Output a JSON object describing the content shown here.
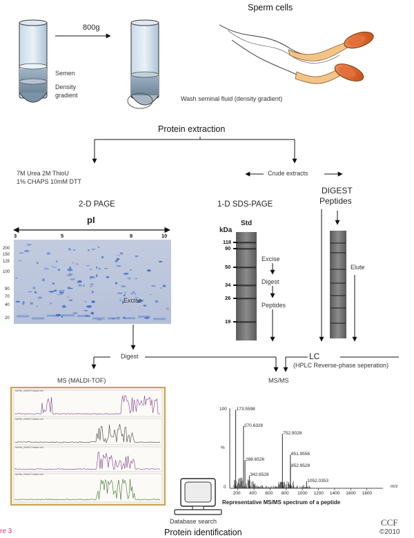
{
  "top": {
    "centrifuge_speed": "800g",
    "semen_label": "Semen",
    "density_label_1": "Density",
    "density_label_2": "gradient",
    "sperm_title": "Sperm cells",
    "wash_label": "Wash seminal fluid (density gradient)"
  },
  "extraction": {
    "title": "Protein extraction",
    "buffer_line1": "7M Urea 2M ThioU",
    "buffer_line2": "1% CHAPS 10mM DTT",
    "crude": "Crude extracts"
  },
  "twod": {
    "title": "2-D PAGE",
    "pi_label": "pI",
    "pi_ticks": [
      "3",
      "5",
      "8",
      "10"
    ],
    "mw_ticks": [
      "200",
      "150",
      "125",
      "100",
      "90",
      "70",
      "40",
      "20"
    ],
    "excise": "Excise",
    "digest": "Digest"
  },
  "oned": {
    "title": "1-D SDS-PAGE",
    "kda": "kDa",
    "std": "Std",
    "markers": [
      "118",
      "90",
      "50",
      "34",
      "26",
      "19"
    ],
    "steps": [
      "Excise",
      "Digest",
      "Peptides"
    ]
  },
  "digestpath": {
    "title_line1": "DIGEST",
    "title_line2": "Peptides",
    "elute": "Elute",
    "lc": "LC",
    "lc_detail": "(HPLC Reverse-phase seperation)"
  },
  "ms": {
    "maldi_title": "MS (MALDI-TOF)",
    "msms_title": "MS/MS",
    "ms_header": "NoFile_00000 Tracker.xml",
    "database": "Database search",
    "identification": "Protein identification",
    "credit_line1": "CCF",
    "credit_line2": "©2010",
    "figure_ref": "re 3"
  },
  "chart_data": {
    "type": "bar",
    "title": "Representative MS/MS spectrum of a peptide",
    "xlabel": "m/z",
    "ylabel": "%",
    "xlim": [
      100,
      2000
    ],
    "ylim": [
      0,
      100
    ],
    "x_ticks": [
      "200",
      "400",
      "600",
      "800",
      "1000",
      "1200",
      "1400",
      "1600",
      "1800"
    ],
    "y_ticks": [
      "100",
      "0"
    ],
    "peaks": [
      {
        "x": 173.5598,
        "y": 98,
        "label": "173.5598"
      },
      {
        "x": 270.6328,
        "y": 78,
        "label": "270.6328"
      },
      {
        "x": 288.6526,
        "y": 35,
        "label": "288.6526"
      },
      {
        "x": 342.6528,
        "y": 16,
        "label": "342.6528"
      },
      {
        "x": 752.9028,
        "y": 68,
        "label": "752.9028"
      },
      {
        "x": 851.9556,
        "y": 42,
        "label": "851.9556"
      },
      {
        "x": 852.9528,
        "y": 28,
        "label": "852.9528"
      },
      {
        "x": 1052.0353,
        "y": 9,
        "label": "1052.0353"
      }
    ]
  }
}
